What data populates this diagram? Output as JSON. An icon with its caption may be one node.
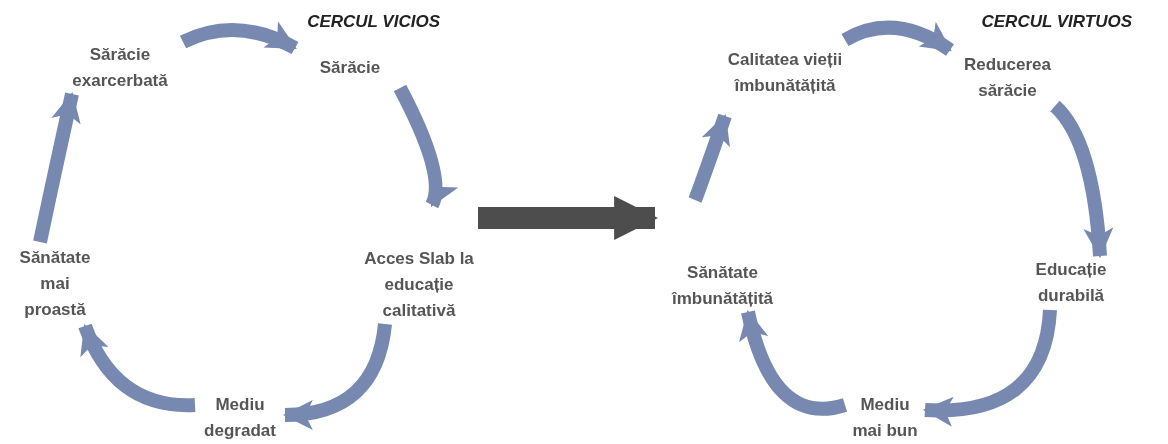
{
  "diagram": {
    "nodes": [
      {
        "text": [
          "Sărăcie"
        ]
      },
      {
        "text": [
          "Acces Slab la educație calitativă"
        ]
      },
      {
        "text": [
          "Mediu degradat"
        ]
      },
      {
        "text": [
          "Sănătate mai proastă"
        ]
      },
      {
        "text": [
          "Sărăcie exarcerbată"
        ]
      },
      {
        "text": [
          "Calitatea vieții îmbunătățită"
        ]
      },
      {
        "text": [
          "Reducerea sărăcie"
        ]
      },
      {
        "text": [
          "Educație durabilă"
        ]
      },
      {
        "text": [
          "Mediu mai bun"
        ]
      },
      {
        "text": [
          "Sănătate îmbunătățită"
        ]
      }
    ],
    "edges": [
      {
        "from": 4,
        "to": 0,
        "arrow": "to"
      },
      {
        "from": 0,
        "to": 1,
        "arrow": "to"
      },
      {
        "from": 1,
        "to": 2,
        "arrow": "to"
      },
      {
        "from": 2,
        "to": 3,
        "arrow": "to"
      },
      {
        "from": 3,
        "to": 4,
        "arrow": "to"
      },
      {
        "from": 5,
        "to": 6,
        "arrow": "to"
      },
      {
        "from": 6,
        "to": 7,
        "arrow": "to"
      },
      {
        "from": 7,
        "to": 8,
        "arrow": "to"
      },
      {
        "from": 8,
        "to": 9,
        "arrow": "to"
      },
      {
        "from": 9,
        "to": 5,
        "arrow": "to"
      },
      {
        "from": 1,
        "to": 9,
        "arrow": "to",
        "color": "#4d4d4d"
      }
    ],
    "labels": [
      "CERCUL VICIOS",
      "CERCUL VIRTUOS"
    ]
  }
}
